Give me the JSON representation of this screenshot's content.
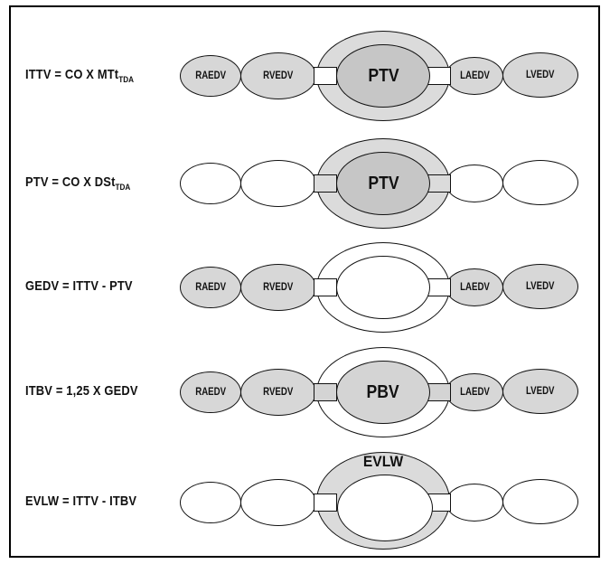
{
  "figure": {
    "background": "#ffffff",
    "line_color": "#111111",
    "rows": [
      {
        "formula": {
          "base": "ITTV = CO X MTt",
          "sub": "TDA"
        },
        "chambers": [
          {
            "label": "RAEDV"
          },
          {
            "label": "RVEDV"
          },
          {
            "label": "LAEDV"
          },
          {
            "label": "LVEDV"
          }
        ],
        "center": {
          "inner_label": "PTV",
          "ring_label": ""
        },
        "fills": {
          "chamber": "#d7d7d7",
          "outer": "#dbdbdb",
          "inner": "#c6c6c6",
          "connector": "#ffffff"
        }
      },
      {
        "formula": {
          "base": "PTV = CO X DSt",
          "sub": "TDA"
        },
        "chambers": [
          {
            "label": ""
          },
          {
            "label": ""
          },
          {
            "label": ""
          },
          {
            "label": ""
          }
        ],
        "center": {
          "inner_label": "PTV",
          "ring_label": ""
        },
        "fills": {
          "chamber": "#ffffff",
          "outer": "#dbdbdb",
          "inner": "#c6c6c6",
          "connector": "#dbdbdb"
        }
      },
      {
        "formula": {
          "base": "GEDV = ITTV - PTV",
          "sub": ""
        },
        "chambers": [
          {
            "label": "RAEDV"
          },
          {
            "label": "RVEDV"
          },
          {
            "label": "LAEDV"
          },
          {
            "label": "LVEDV"
          }
        ],
        "center": {
          "inner_label": "",
          "ring_label": ""
        },
        "fills": {
          "chamber": "#d7d7d7",
          "outer": "#ffffff",
          "inner": "#ffffff",
          "connector": "#ffffff"
        }
      },
      {
        "formula": {
          "base": "ITBV = 1,25 X GEDV",
          "sub": ""
        },
        "chambers": [
          {
            "label": "RAEDV"
          },
          {
            "label": "RVEDV"
          },
          {
            "label": "LAEDV"
          },
          {
            "label": "LVEDV"
          }
        ],
        "center": {
          "inner_label": "PBV",
          "ring_label": ""
        },
        "fills": {
          "chamber": "#d7d7d7",
          "outer": "#ffffff",
          "inner": "#d4d4d4",
          "connector": "#d4d4d4"
        }
      },
      {
        "formula": {
          "base": "EVLW = ITTV - ITBV",
          "sub": ""
        },
        "chambers": [
          {
            "label": ""
          },
          {
            "label": ""
          },
          {
            "label": ""
          },
          {
            "label": ""
          }
        ],
        "center": {
          "inner_label": "",
          "ring_label": "EVLW"
        },
        "fills": {
          "chamber": "#ffffff",
          "outer": "#dbdbdb",
          "inner": "#ffffff",
          "connector": "#ffffff"
        }
      }
    ]
  }
}
